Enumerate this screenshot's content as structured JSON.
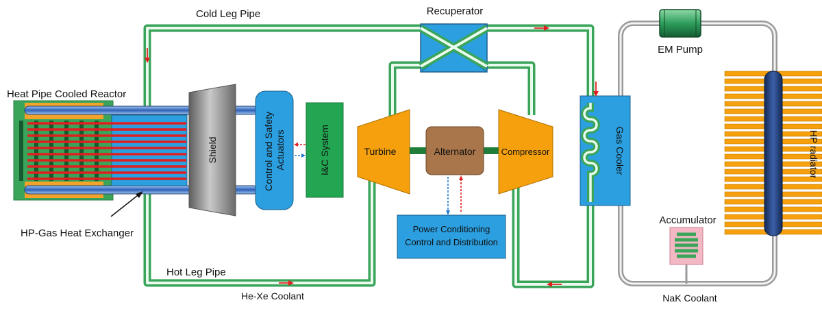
{
  "labels": {
    "cold_leg_pipe": "Cold Leg Pipe",
    "recuperator": "Recuperator",
    "em_pump": "EM Pump",
    "heat_pipe_cooled_reactor": "Heat Pipe Cooled Reactor",
    "shield": "Shield",
    "control_safety_line1": "Control and Safety",
    "control_safety_line2": "Actuators",
    "ic_system": "I&C System",
    "turbine": "Turbine",
    "alternator": "Alternator",
    "compressor": "Compressor",
    "gas_cooler": "Gas  Cooler",
    "hp_radiator": "HP radiator",
    "hp_gas_heat_exchanger": "HP-Gas Heat Exchanger",
    "power_conditioning_line1": "Power Conditioning",
    "power_conditioning_line2": "Control and Distribution",
    "accumulator": "Accumulator",
    "hot_leg_pipe": "Hot Leg Pipe",
    "he_xe_coolant": "He-Xe Coolant",
    "nak_coolant": "NaK Coolant"
  },
  "colors": {
    "pipe_green": "#3aa55a",
    "component_blue": "#2b9fe0",
    "turbomachine_orange": "#f5a00c",
    "alternator_brown": "#a9754a",
    "ic_green": "#23a651",
    "flow_arrow_red": "#e02020",
    "signal_blue": "#1f77d0",
    "reactor_green": "#3aa55a"
  }
}
